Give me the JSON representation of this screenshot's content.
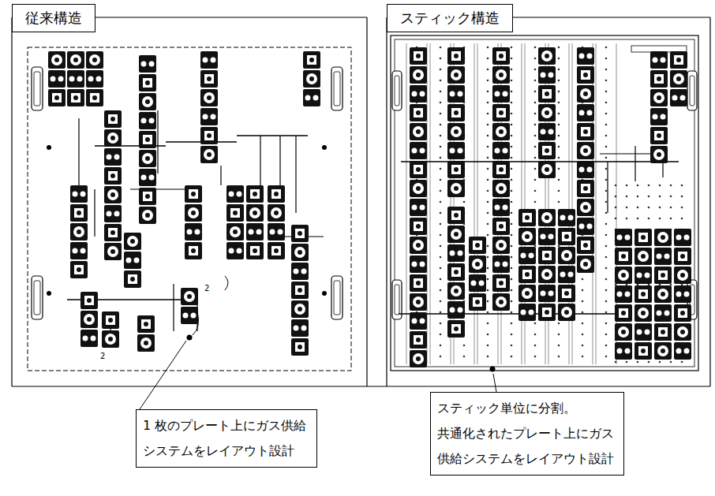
{
  "diagram": {
    "nodes": [
      {
        "text": [
          "従来構造"
        ]
      },
      {
        "text": [
          "スティック構造"
        ]
      },
      {
        "text": [
          "1 枚のプレート上にガス供給 システムをレイアウト設計"
        ]
      },
      {
        "text": [
          "スティック単位に分割。 共通化されたプレート上にガス 供給システムをレイアウト設計"
        ]
      }
    ],
    "labels": [
      "2",
      "2"
    ]
  }
}
